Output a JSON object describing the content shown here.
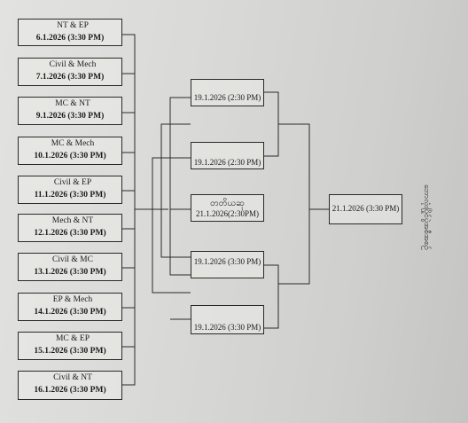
{
  "left_matches": [
    {
      "teams": "NT & EP",
      "date": "6.1.2026 (3:30 PM)"
    },
    {
      "teams": "Civil & Mech",
      "date": "7.1.2026 (3:30 PM)"
    },
    {
      "teams": "MC & NT",
      "date": "9.1.2026 (3:30 PM)"
    },
    {
      "teams": "MC & Mech",
      "date": "10.1.2026 (3:30 PM)"
    },
    {
      "teams": "Civil & EP",
      "date": "11.1.2026 (3:30 PM)"
    },
    {
      "teams": "Mech & NT",
      "date": "12.1.2026 (3:30 PM)"
    },
    {
      "teams": "Civil & MC",
      "date": "13.1.2026 (3:30 PM)"
    },
    {
      "teams": "EP & Mech",
      "date": "14.1.2026 (3:30 PM)"
    },
    {
      "teams": "MC & EP",
      "date": "15.1.2026 (3:30 PM)"
    },
    {
      "teams": "Civil & NT",
      "date": "16.1.2026 (3:30 PM)"
    }
  ],
  "mid_matches": [
    {
      "date": "19.1.2026 (2:30 PM)"
    },
    {
      "date": "19.1.2026 (2:30 PM)"
    },
    {
      "label": "တတိယဆု",
      "date": "21.1.2026(2:30PM)"
    },
    {
      "date": "19.1.2026 (3:30 PM)"
    },
    {
      "date": "19.1.2026 (3:30 PM)"
    }
  ],
  "final": {
    "date": "21.1.2026 (3:30 PM)"
  },
  "side_title": "ဘောလုံးပြိုင်ပွဲအစီအစဉ်"
}
